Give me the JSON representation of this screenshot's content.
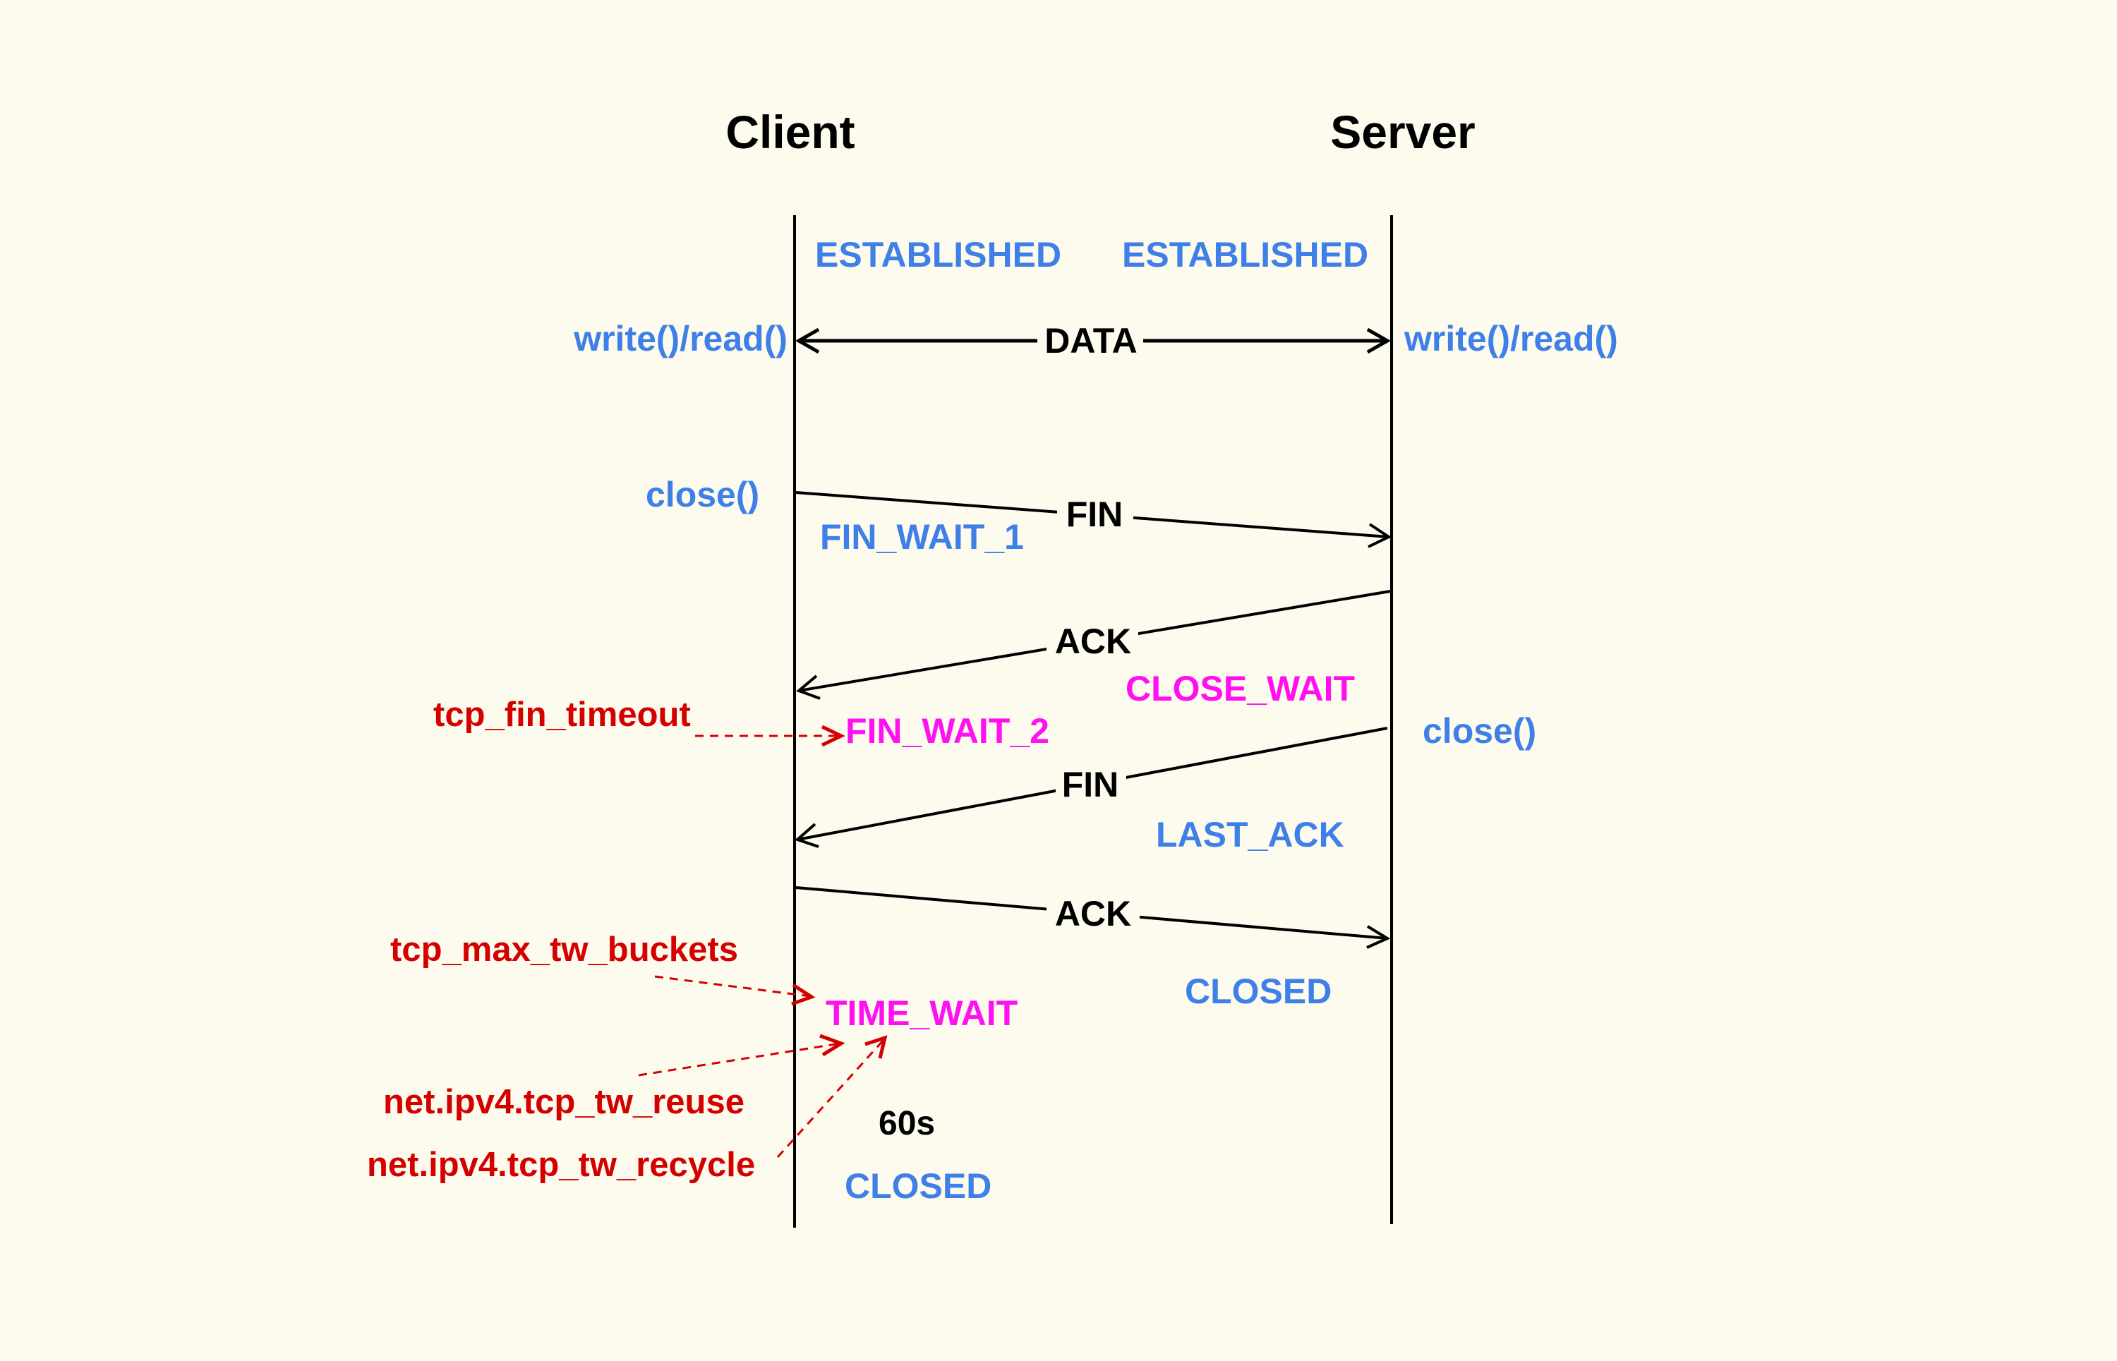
{
  "participants": {
    "client": "Client",
    "server": "Server"
  },
  "states": {
    "client_established": "ESTABLISHED",
    "server_established": "ESTABLISHED",
    "client_io": "write()/read()",
    "server_io": "write()/read()",
    "client_close": "close()",
    "fin_wait_1": "FIN_WAIT_1",
    "close_wait": "CLOSE_WAIT",
    "fin_wait_2": "FIN_WAIT_2",
    "server_close": "close()",
    "last_ack": "LAST_ACK",
    "server_closed": "CLOSED",
    "time_wait": "TIME_WAIT",
    "timer": "60s",
    "client_closed": "CLOSED"
  },
  "messages": {
    "data": "DATA",
    "fin1": "FIN",
    "ack1": "ACK",
    "fin2": "FIN",
    "ack2": "ACK"
  },
  "parameters": {
    "fin_timeout": "tcp_fin_timeout",
    "max_tw_buckets": "tcp_max_tw_buckets",
    "tw_reuse": "net.ipv4.tcp_tw_reuse",
    "tw_recycle": "net.ipv4.tcp_tw_recycle"
  },
  "colors": {
    "background": "#fcfbee",
    "state": "#3f7fe8",
    "highlight_state": "#ff10f0",
    "parameter": "#d40000",
    "message": "#000000"
  }
}
